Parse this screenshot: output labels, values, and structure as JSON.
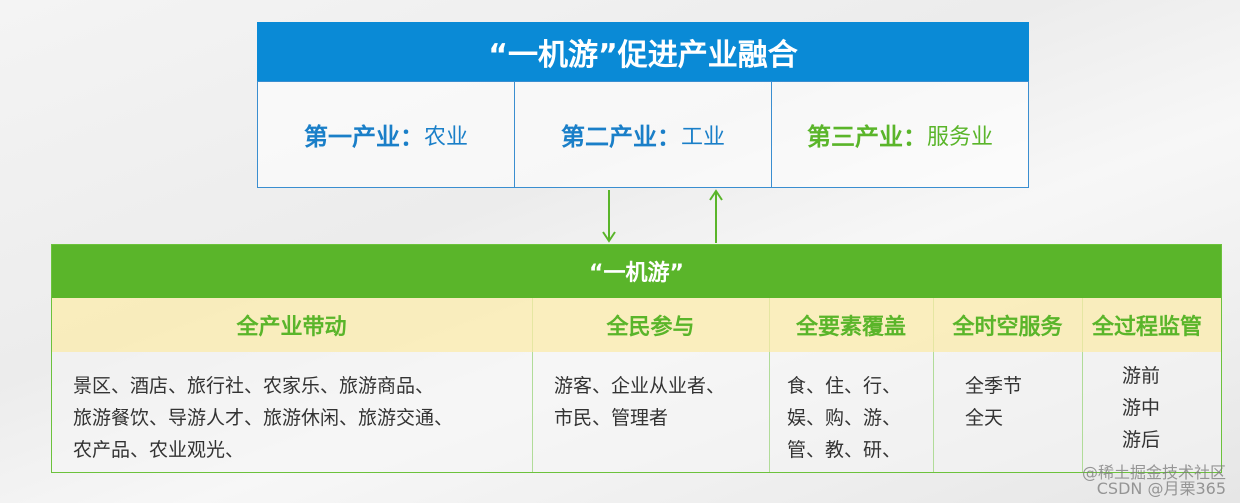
{
  "title": "“一机游”促进产业融合",
  "industries": [
    {
      "label": "第一产业：",
      "value": "农业",
      "color": "#1a7fc8"
    },
    {
      "label": "第二产业：",
      "value": "工业",
      "color": "#1a7fc8"
    },
    {
      "label": "第三产业：",
      "value": "服务业",
      "color": "#5ab52a"
    }
  ],
  "center": {
    "title": "“一机游”"
  },
  "columns": [
    {
      "header": "全产业带动",
      "lines": [
        "景区、酒店、旅行社、农家乐、旅游商品、",
        "旅游餐饮、导游人才、旅游休闲、旅游交通、",
        "农产品、农业观光、"
      ]
    },
    {
      "header": "全民参与",
      "lines": [
        "游客、企业从业者、",
        "市民、管理者"
      ]
    },
    {
      "header": "全要素覆盖",
      "lines": [
        "食、住、行、",
        "娱、购、游、",
        "管、教、研、"
      ]
    },
    {
      "header": "全时空服务",
      "lines": [
        "全季节",
        "全天"
      ]
    },
    {
      "header": "全过程监管",
      "lines": [
        "游前",
        "游中",
        "游后"
      ]
    }
  ],
  "watermark": [
    "@稀土掘金技术社区",
    "CSDN @月栗365"
  ]
}
